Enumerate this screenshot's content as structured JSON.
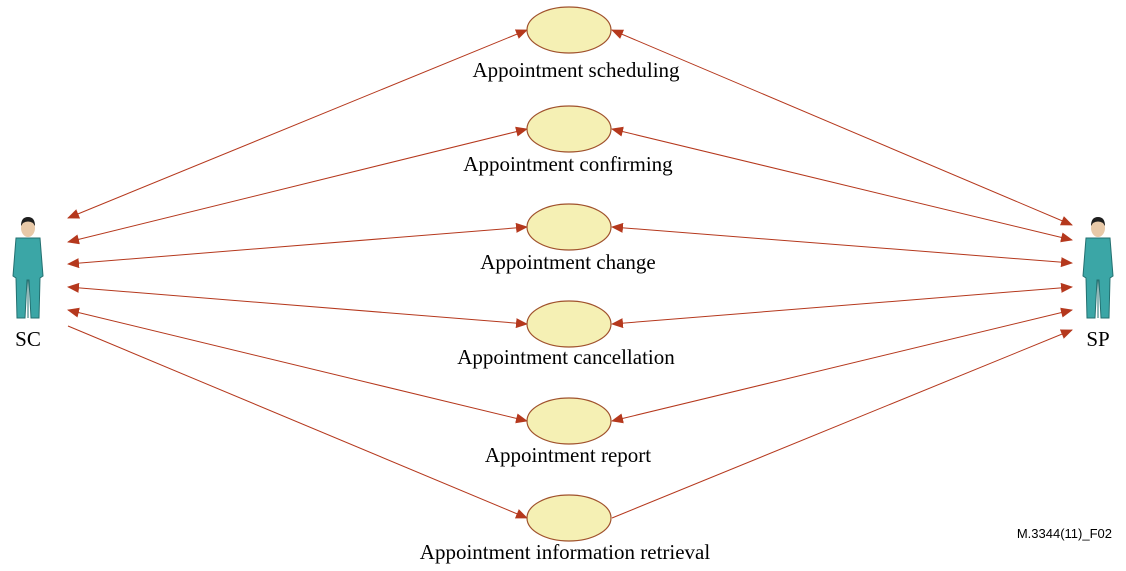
{
  "actors": {
    "left": {
      "label": "SC"
    },
    "right": {
      "label": "SP"
    }
  },
  "use_cases": [
    {
      "id": "scheduling",
      "label": "Appointment scheduling"
    },
    {
      "id": "confirming",
      "label": "Appointment confirming"
    },
    {
      "id": "change",
      "label": "Appointment change"
    },
    {
      "id": "cancellation",
      "label": "Appointment cancellation"
    },
    {
      "id": "report",
      "label": "Appointment report"
    },
    {
      "id": "retrieval",
      "label": "Appointment information retrieval"
    }
  ],
  "figure_id": "M.3344(11)_F02",
  "colors": {
    "ellipse_fill": "#f5f0b4",
    "ellipse_stroke": "#a0522d",
    "connector": "#b5381d",
    "actor_body": "#3ba6a6",
    "actor_hair": "#1e1e1e",
    "actor_skin": "#e8c9a8"
  }
}
